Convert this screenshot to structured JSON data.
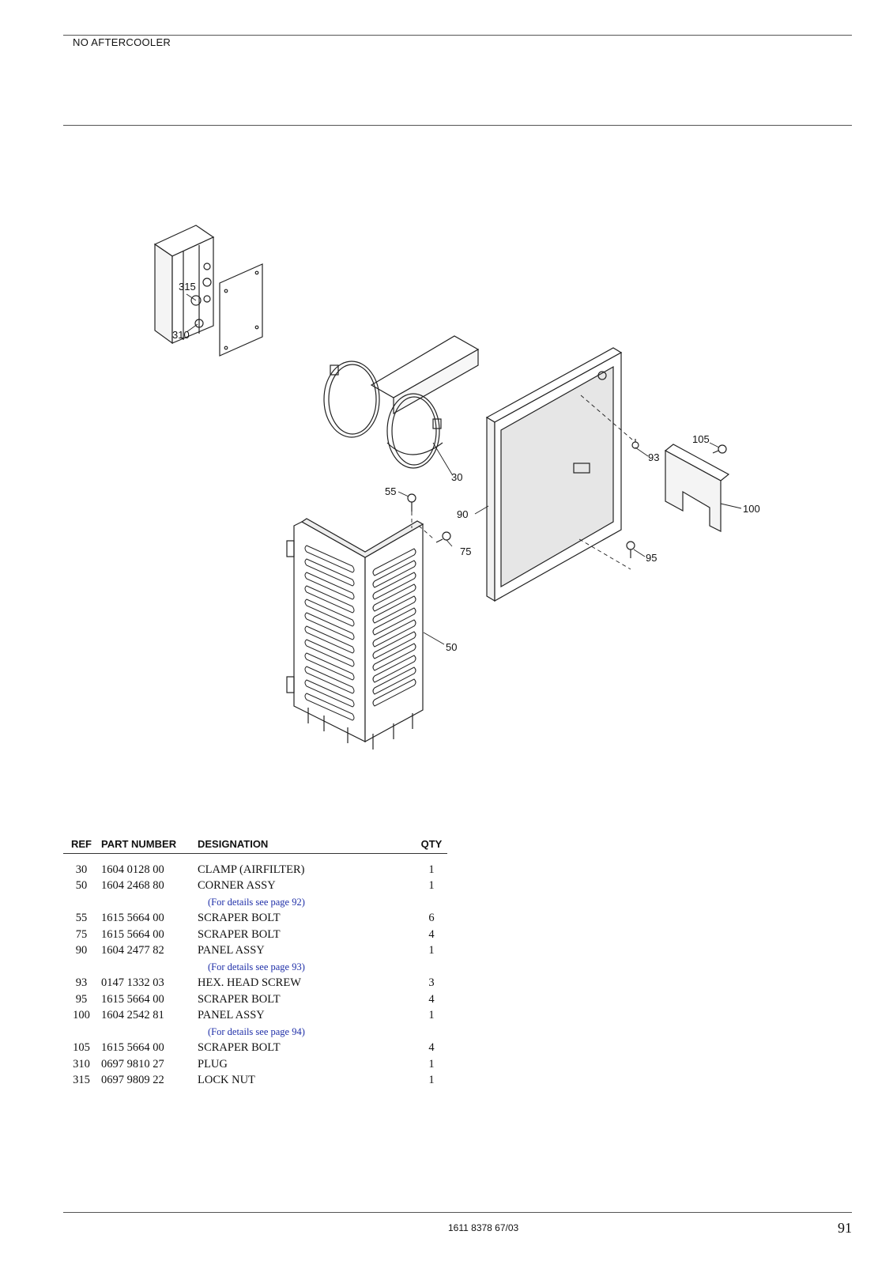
{
  "header": {
    "section_title": "NO AFTERCOOLER"
  },
  "diagram": {
    "callouts": [
      "315",
      "310",
      "30",
      "55",
      "75",
      "90",
      "93",
      "105",
      "100",
      "95",
      "50"
    ]
  },
  "table": {
    "headers": {
      "ref": "REF",
      "part": "PART NUMBER",
      "designation": "DESIGNATION",
      "qty": "QTY"
    },
    "rows": [
      {
        "ref": "30",
        "part": "1604 0128 00",
        "designation": "CLAMP (AIRFILTER)",
        "qty": "1"
      },
      {
        "ref": "50",
        "part": "1604 2468 80",
        "designation": "CORNER ASSY",
        "qty": "1",
        "note": "(For details see page 92)"
      },
      {
        "ref": "55",
        "part": "1615 5664 00",
        "designation": "SCRAPER BOLT",
        "qty": "6"
      },
      {
        "ref": "75",
        "part": "1615 5664 00",
        "designation": "SCRAPER BOLT",
        "qty": "4"
      },
      {
        "ref": "90",
        "part": "1604 2477 82",
        "designation": "PANEL ASSY",
        "qty": "1",
        "note": "(For details see page 93)"
      },
      {
        "ref": "93",
        "part": "0147 1332 03",
        "designation": "HEX. HEAD SCREW",
        "qty": "3"
      },
      {
        "ref": "95",
        "part": "1615 5664 00",
        "designation": "SCRAPER BOLT",
        "qty": "4"
      },
      {
        "ref": "100",
        "part": "1604 2542 81",
        "designation": "PANEL ASSY",
        "qty": "1",
        "note": "(For details see page 94)"
      },
      {
        "ref": "105",
        "part": "1615 5664 00",
        "designation": "SCRAPER BOLT",
        "qty": "4"
      },
      {
        "ref": "310",
        "part": "0697 9810 27",
        "designation": "PLUG",
        "qty": "1"
      },
      {
        "ref": "315",
        "part": "0697 9809 22",
        "designation": "LOCK NUT",
        "qty": "1"
      }
    ]
  },
  "footer": {
    "doc_number": "1611 8378 67/03",
    "page_number": "91"
  }
}
